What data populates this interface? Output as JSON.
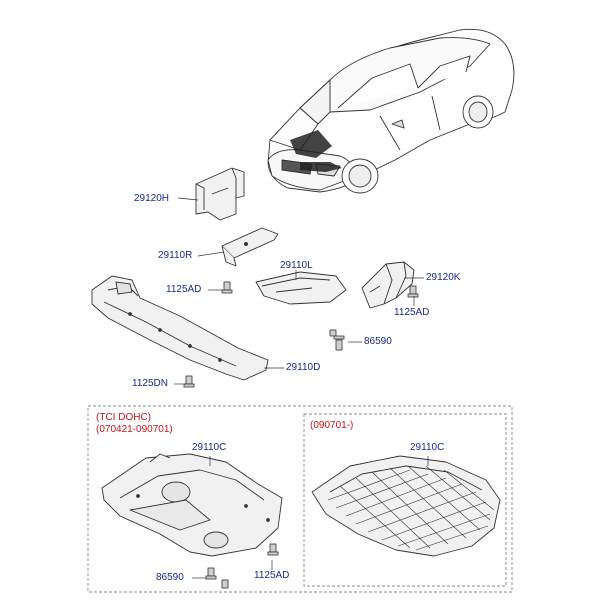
{
  "colors": {
    "label_blue": "#1a2a8a",
    "label_red": "#c4141b",
    "line": "#333333",
    "part_fill": "#eeeeee",
    "dashed_border": "#888888"
  },
  "labels": {
    "p29120H": "29120H",
    "p29110R": "29110R",
    "p29110L": "29110L",
    "p29120K": "29120K",
    "p1125AD_top": "1125AD",
    "p1125AD_right": "1125AD",
    "p86590_top": "86590",
    "p1125DN": "1125DN",
    "p29110D": "29110D",
    "p29110C_left": "29110C",
    "p29110C_right": "29110C",
    "p86590_bottom": "86590",
    "p1125AD_bottom": "1125AD"
  },
  "variant_boxes": {
    "left_engine": "(TCI DOHC)",
    "left_dates": "(070421-090701)",
    "right_dates": "(090701-)"
  }
}
